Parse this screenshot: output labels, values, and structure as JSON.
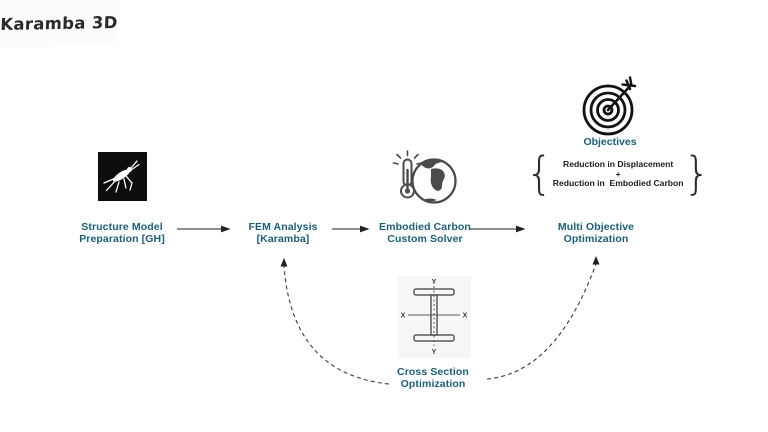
{
  "flow": {
    "nodes": {
      "structure": {
        "line1": "Structure Model",
        "line2": "Preparation [GH]"
      },
      "fem": {
        "line1": "FEM Analysis",
        "line2": "[Karamba]"
      },
      "carbon": {
        "line1": "Embodied Carbon",
        "line2": "Custom Solver"
      },
      "multi": {
        "line1": "Multi Objective",
        "line2": "Optimization"
      },
      "cross": {
        "line1": "Cross Section",
        "line2": "Optimization"
      }
    },
    "karamba_logo": "Karamba 3D",
    "objectives": {
      "title": "Objectives",
      "line1": "Reduction in Displacement",
      "plus": "+",
      "line2": "Reduction in  Embodied Carbon",
      "brace_left": "{",
      "brace_right": "}"
    },
    "ibeam_axes": {
      "x_left": "X",
      "x_right": "X",
      "y_top": "Y",
      "y_bottom": "Y"
    },
    "colors": {
      "label_teal": "#19607a",
      "text_black": "#1c1c1c",
      "icon_gray": "#4a4a4a"
    }
  }
}
